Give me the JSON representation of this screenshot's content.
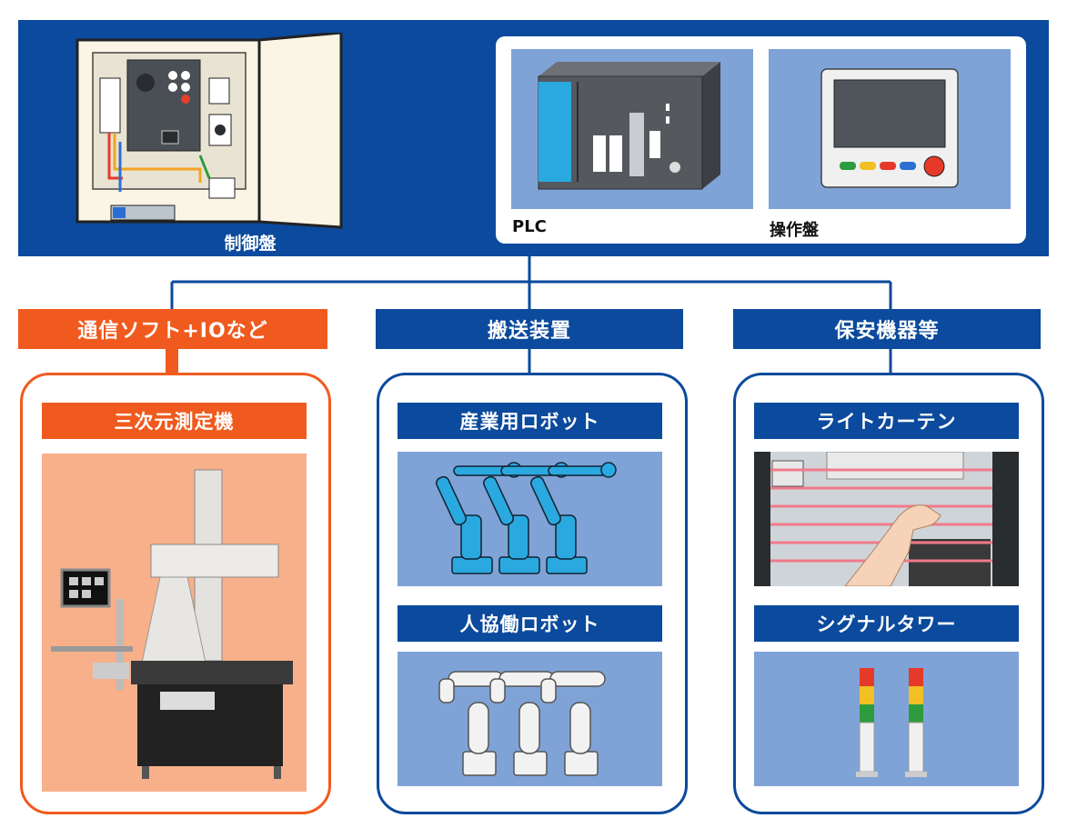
{
  "top": {
    "control_panel_label": "制御盤",
    "plc_label": "PLC",
    "hmi_label": "操作盤"
  },
  "categories": [
    {
      "label": "通信ソフト+IOなど"
    },
    {
      "label": "搬送装置"
    },
    {
      "label": "保安機器等"
    }
  ],
  "left_card": {
    "item": "三次元測定機"
  },
  "mid_card": {
    "items": [
      "産業用ロボット",
      "人協働ロボット"
    ]
  },
  "right_card": {
    "items": [
      "ライトカーテン",
      "シグナルタワー"
    ]
  },
  "colors": {
    "navy": "#0b4a9c",
    "orange": "#f05a1e",
    "photo_blue": "#7fa3d6",
    "cmm_bg": "#f8b08a"
  }
}
